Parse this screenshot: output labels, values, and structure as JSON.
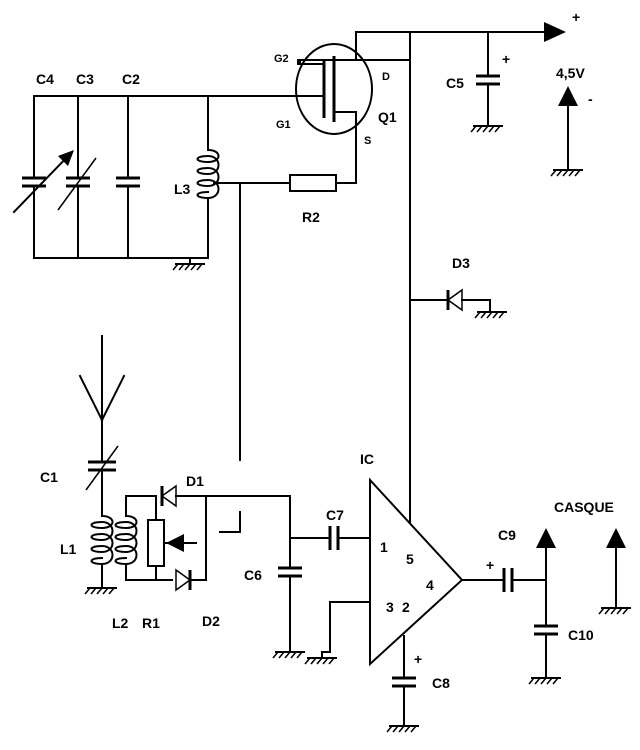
{
  "labels": {
    "c1": "C1",
    "c2": "C2",
    "c3": "C3",
    "c4": "C4",
    "c5": "C5",
    "c6": "C6",
    "c7": "C7",
    "c8": "C8",
    "c9": "C9",
    "c10": "C10",
    "l1": "L1",
    "l2": "L2",
    "l3": "L3",
    "r1": "R1",
    "r2": "R2",
    "d1": "D1",
    "d2": "D2",
    "d3": "D3",
    "q1": "Q1",
    "ic": "IC",
    "g1": "G1",
    "g2": "G2",
    "d": "D",
    "s": "S",
    "voltage": "4,5V",
    "headphones": "CASQUE",
    "pin1": "1",
    "pin2": "2",
    "pin3": "3",
    "pin4": "4",
    "pin5": "5",
    "plus_supply": "+",
    "plus_c5": "+",
    "plus_battery": "+",
    "minus_battery": "-",
    "plus_c8": "+",
    "plus_c9": "+"
  }
}
